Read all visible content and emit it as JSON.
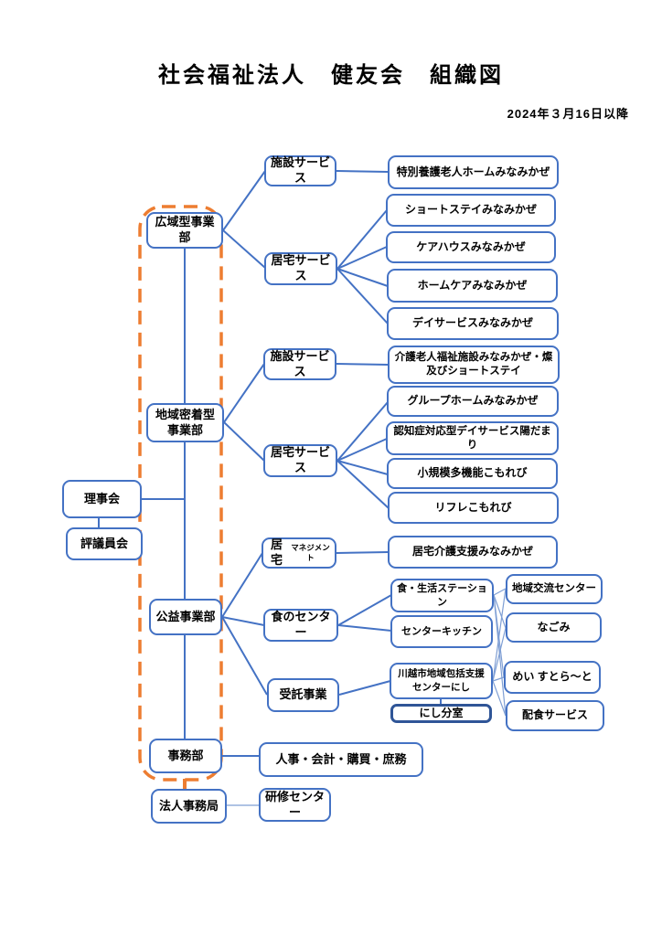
{
  "header": {
    "title": "社会福祉法人　健友会　組織図",
    "date": "2024年３月16日以降"
  },
  "colors": {
    "box_border": "#4472C4",
    "connector_line": "#4472C4",
    "thin_line": "#7F9FD4",
    "dashed_frame_orange": "#ED7D31",
    "dark_border": "#2F5597",
    "text": "#000000",
    "background": "#FFFFFF"
  },
  "nodes": {
    "rijikai": "理事会",
    "hyogiinkai": "評議員会",
    "koiki": "広域型事業部",
    "chiiki": "地域密着型\n事業部",
    "koeki": "公益事業部",
    "jimubu": "事務部",
    "hojin": "法人事務局",
    "shisetsu1": "施設サービス",
    "kyotaku1": "居宅サービス",
    "shisetsu2": "施設サービス",
    "kyotaku2": "居宅サービス",
    "kyotaku_mgmt_main": "居宅",
    "kyotaku_mgmt_sub": "マネジメント",
    "shoku_center": "食のセンター",
    "jutaku": "受託事業",
    "jinji": "人事・会計・購買・庶務",
    "kenshu": "研修センター",
    "tokubetsu": "特別養護老人ホームみなみかぜ",
    "shortstay": "ショートステイみなみかぜ",
    "carehouse": "ケアハウスみなみかぜ",
    "homecare": "ホームケアみなみかぜ",
    "dayservice": "デイサービスみなみかぜ",
    "kaigo": "介護老人福祉施設みなみかぜ・燦\n及びショートステイ",
    "grouphome": "グループホームみなみかぜ",
    "ninchisho": "認知症対応型デイサービス陽だまり",
    "shokibo": "小規模多機能こもれび",
    "refre": "リフレこもれび",
    "kyotaku_shien": "居宅介護支援みなみかぜ",
    "shoku_station": "食・生活ステーション",
    "center_kitchen": "センターキッチン",
    "kawagoe": "川越市地域包括支援\nセンターにし",
    "nishi": "にし分室",
    "chiiki_koryu": "地域交流センター",
    "nagomi": "なごみ",
    "mei": "めい すとら～と",
    "haishoku": "配食サービス"
  }
}
